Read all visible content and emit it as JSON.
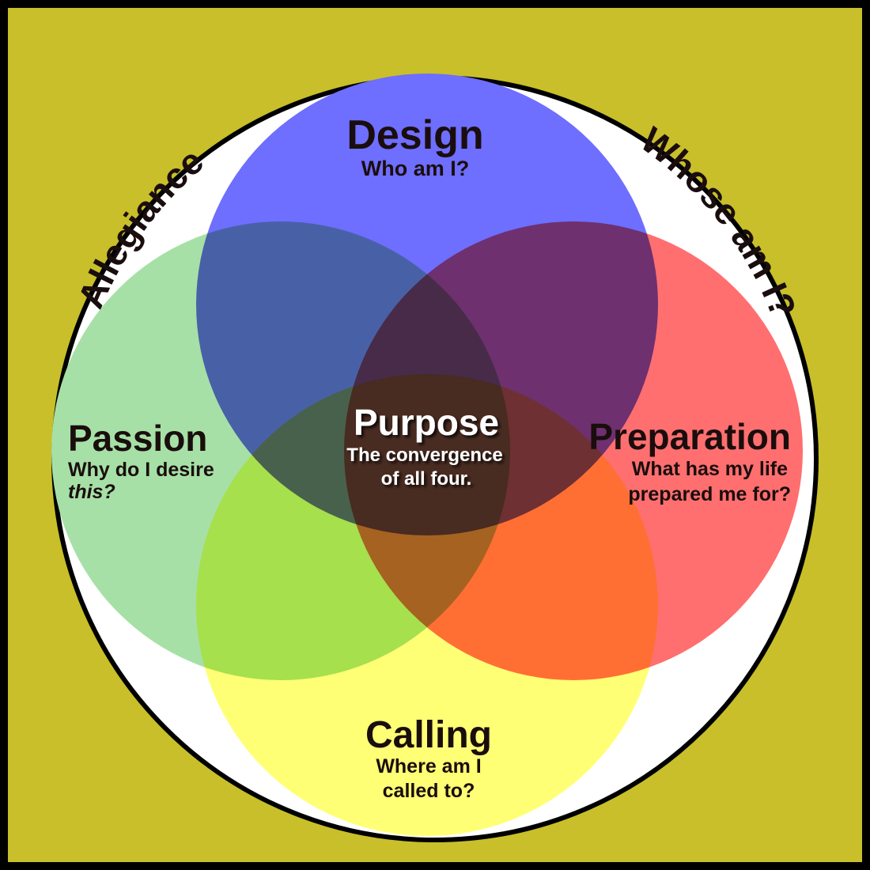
{
  "colors": {
    "frame": "#000000",
    "background": "#c8bf2a",
    "outer_circle": "#ffffff",
    "design": "#6e6eff",
    "passion": "#a6e0a6",
    "preparation": "#ff6f6f",
    "calling": "#ffff75",
    "text_dark": "#1a0d0d",
    "text_light": "#ffffff"
  },
  "arc": {
    "left": "Allegiance",
    "right": "Whose am I?"
  },
  "circles": {
    "design": {
      "title": "Design",
      "subtitle": "Who am I?"
    },
    "passion": {
      "title": "Passion",
      "subtitle_line1": "Why do I desire",
      "subtitle_line2": "this?"
    },
    "preparation": {
      "title": "Preparation",
      "subtitle_line1": "What has my life",
      "subtitle_line2": "prepared me for?"
    },
    "calling": {
      "title": "Calling",
      "subtitle_line1": "Where am I",
      "subtitle_line2": "called to?"
    }
  },
  "center": {
    "title": "Purpose",
    "subtitle_line1": "The convergence",
    "subtitle_line2": "of all four."
  }
}
